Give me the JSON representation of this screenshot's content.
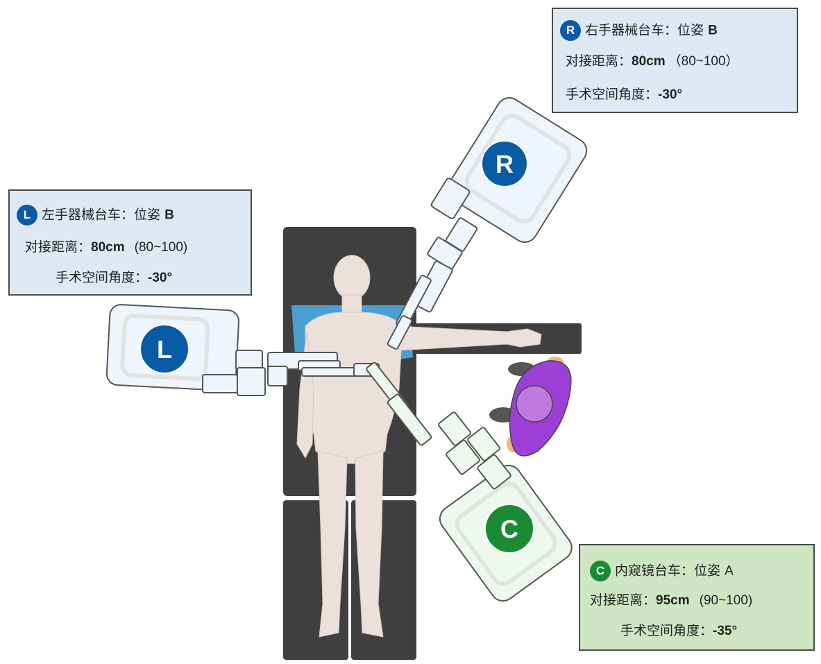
{
  "diagram": {
    "title": "机器人手术台车摆位示意图",
    "colors": {
      "robot_blue": "#0b5aa6",
      "robot_green": "#1a8a35",
      "cart_blue_fill": "#eef5fc",
      "cart_green_fill": "#edf9ee",
      "table": "#3f3f3f",
      "pillow": "#4a9fd0",
      "skin": "#eee0da",
      "surgeon_purple": "#9b3fd6"
    },
    "carts": {
      "right": {
        "badge": "R",
        "name": "右手器械台车",
        "pose_label": "位姿",
        "pose": "B",
        "distance_label": "对接距离：",
        "distance": "80cm",
        "range": "（80~100）",
        "angle_label": "手术空间角度：",
        "angle": "-30°"
      },
      "left": {
        "badge": "L",
        "name": "左手器械台车",
        "pose_label": "位姿",
        "pose": "B",
        "distance_label": "对接距离：",
        "distance": "80cm",
        "range": "(80~100)",
        "angle_label": "手术空间角度：",
        "angle": "-30°"
      },
      "camera": {
        "badge": "C",
        "name": "内窥镜台车",
        "pose_label": "位姿",
        "pose": "A",
        "distance_label": "对接距离：",
        "distance": "95cm",
        "range": "(90~100)",
        "angle_label": "手术空间角度：",
        "angle": "-35°"
      }
    },
    "scene_labels": {
      "patient": "patient",
      "surgeon": "assistant",
      "table": "operating-table"
    }
  }
}
